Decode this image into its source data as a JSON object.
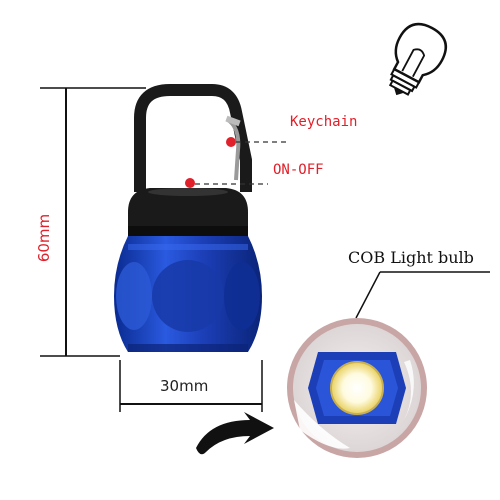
{
  "labels": {
    "keychain": "Keychain",
    "on_off": "ON-OFF",
    "cob": "COB Light bulb",
    "height": "60mm",
    "width": "30mm"
  },
  "colors": {
    "accent_red": "#e0202a",
    "body_blue": "#1c3fb8",
    "cap_black": "#1a1a1a"
  },
  "icons": {
    "top_right": "lightbulb-icon",
    "bottom_left": "curved-arrow-icon"
  }
}
